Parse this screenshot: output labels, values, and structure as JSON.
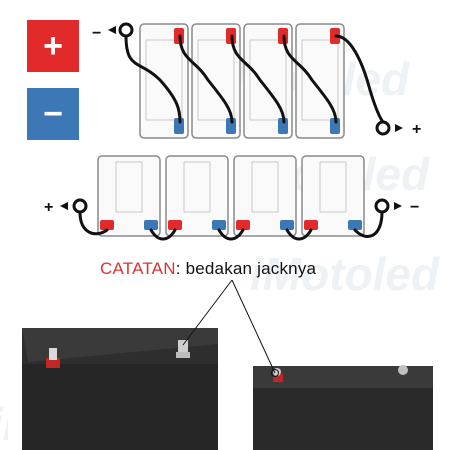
{
  "legend": {
    "positive_symbol": "+",
    "negative_symbol": "−",
    "positive_color": "#e22a2a",
    "negative_color": "#3b78b5"
  },
  "series_diagram": {
    "input_label": "−",
    "output_label": "+",
    "battery_count": 4
  },
  "parallel_diagram": {
    "input_label": "+",
    "output_label": "−",
    "battery_count": 4
  },
  "note": {
    "label": "CATATAN",
    "separator": ":",
    "text": "bedakan jacknya"
  },
  "photos": {
    "left": "battery-photo-closeup-terminals",
    "right": "battery-photo-top-terminals"
  },
  "watermark_text": "iMotoled"
}
